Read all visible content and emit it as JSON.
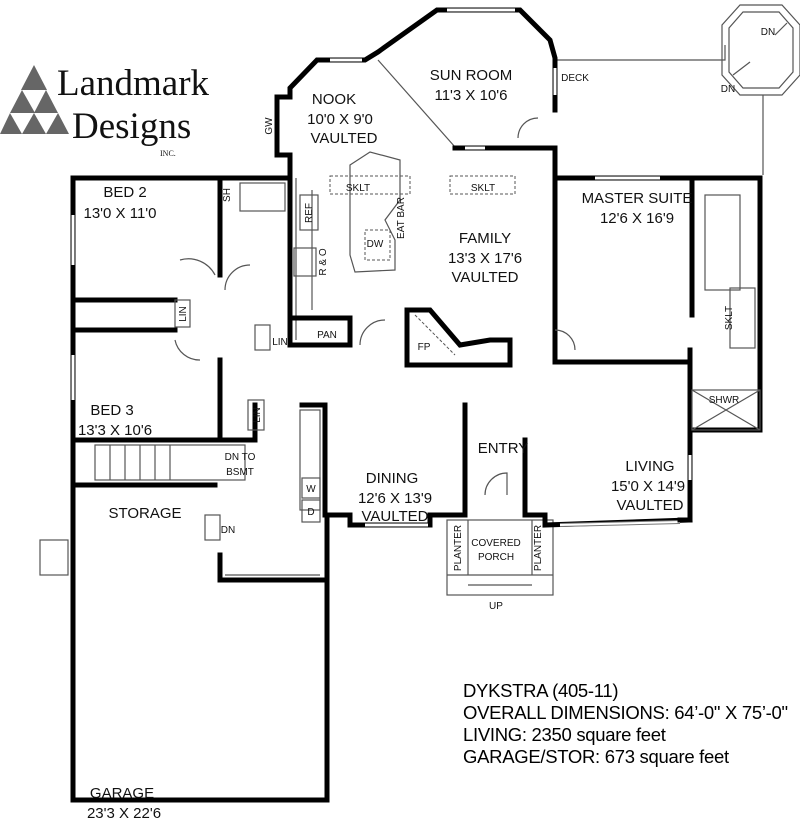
{
  "logo": {
    "line1": "Landmark",
    "line2": "Designs",
    "suffix": "INC."
  },
  "rooms": {
    "nook": {
      "name": "NOOK",
      "dims": "10'0 X 9'0",
      "note": "VAULTED"
    },
    "sun_room": {
      "name": "SUN ROOM",
      "dims": "11'3 X 10'6"
    },
    "deck": {
      "name": "DECK"
    },
    "bed2": {
      "name": "BED 2",
      "dims": "13'0 X 11'0"
    },
    "family": {
      "name": "FAMILY",
      "dims": "13'3 X 17'6",
      "note": "VAULTED"
    },
    "master": {
      "name": "MASTER SUITE",
      "dims": "12'6 X 16'9"
    },
    "bed3": {
      "name": "BED 3",
      "dims": "13'3 X 10'6"
    },
    "dining": {
      "name": "DINING",
      "dims": "12'6 X 13'9",
      "note": "VAULTED"
    },
    "entry": {
      "name": "ENTRY"
    },
    "living": {
      "name": "LIVING",
      "dims": "15'0 X 14'9",
      "note": "VAULTED"
    },
    "storage": {
      "name": "STORAGE"
    },
    "porch": {
      "line1": "COVERED",
      "line2": "PORCH"
    },
    "garage": {
      "name": "GARAGE",
      "dims": "23'3 X 22'6"
    }
  },
  "fixtures": {
    "gw": "GW",
    "sh": "SH",
    "ref": "REF",
    "ro": "R & O",
    "sklt": "SKLT",
    "dw": "DW",
    "eat_bar": "EAT BAR",
    "lin": "LIN",
    "pan": "PAN",
    "fp": "FP",
    "shwr": "SHWR",
    "dn": "DN",
    "dn_to": "DN TO",
    "bsmt": "BSMT",
    "w": "W",
    "d": "D",
    "planter": "PLANTER",
    "up": "UP"
  },
  "info": {
    "name": "DYKSTRA (405-11)",
    "dimensions": "OVERALL DIMENSIONS: 64’-0\" X 75’-0\"",
    "living": "LIVING: 2350 square feet",
    "garage": "GARAGE/STOR: 673 square feet"
  }
}
